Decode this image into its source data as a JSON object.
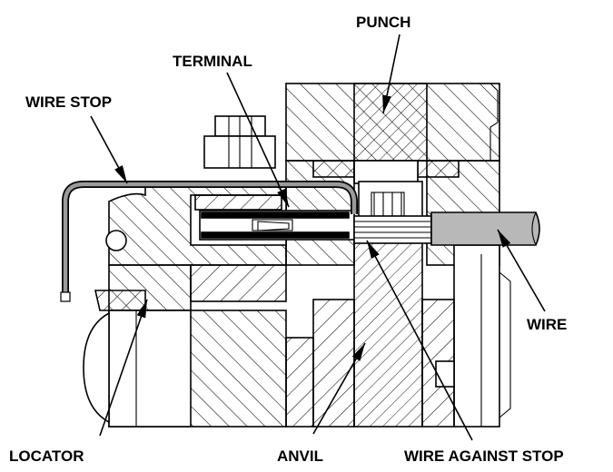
{
  "labels": {
    "punch": "PUNCH",
    "terminal": "TERMINAL",
    "wire_stop": "WIRE STOP",
    "wire": "WIRE",
    "locator": "LOCATOR",
    "anvil": "ANVIL",
    "wire_against_stop": "WIRE AGAINST STOP"
  }
}
